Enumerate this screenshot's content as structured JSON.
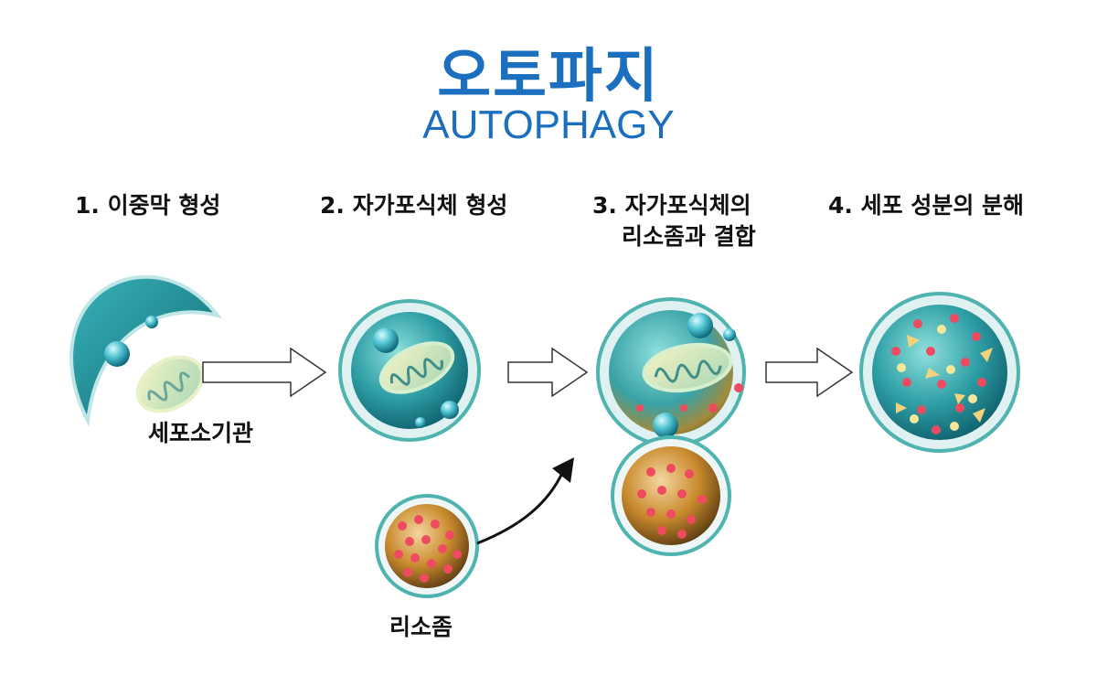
{
  "title": {
    "korean": "오토파지",
    "english": "AUTOPHAGY"
  },
  "steps": [
    {
      "number": "1.",
      "line1": "이중막 형성"
    },
    {
      "number": "2.",
      "line1": "자가포식체 형성"
    },
    {
      "number": "3.",
      "line1": "자가포식체의",
      "line2": "리소좀과 결합"
    },
    {
      "number": "4.",
      "line1": "세포 성분의 분해"
    }
  ],
  "labels": {
    "organelle": "세포소기관",
    "lysosome": "리소좀"
  },
  "colors": {
    "title": "#1c6fbf",
    "membrane": "#4fb3b0",
    "lysosome": "#c9882a",
    "enzyme": "#e84a5a"
  }
}
